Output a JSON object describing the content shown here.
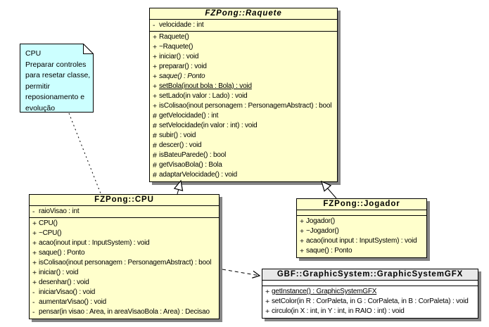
{
  "colors": {
    "class_fill": "#ffffcc",
    "class_border": "#000000",
    "note_fill": "#ccffff",
    "external_fill": "#ffffff",
    "external_header": "#e8e8e8",
    "shadow": "#858585",
    "line": "#000000"
  },
  "note": {
    "text": "CPU\nPreparar controles\npara resetar classe,\npermitir\nreposionamento e\nevolução"
  },
  "classes": {
    "raquete": {
      "title": "FZPong::Raquete",
      "attributes": [
        {
          "vis": "-",
          "sig": "velocidade : int",
          "style": ""
        }
      ],
      "methods": [
        {
          "vis": "+",
          "sig": "Raquete()",
          "style": ""
        },
        {
          "vis": "+",
          "sig": "~Raquete()",
          "style": ""
        },
        {
          "vis": "+",
          "sig": "iniciar() : void",
          "style": ""
        },
        {
          "vis": "+",
          "sig": "preparar() : void",
          "style": ""
        },
        {
          "vis": "+",
          "sig": "saque() : Ponto",
          "style": "italic"
        },
        {
          "vis": "+",
          "sig": "setBola(inout bola : Bola) : void",
          "style": "underline"
        },
        {
          "vis": "+",
          "sig": "setLado(in valor : Lado) : void",
          "style": ""
        },
        {
          "vis": "+",
          "sig": "isColisao(inout personagem : PersonagemAbstract) : bool",
          "style": ""
        },
        {
          "vis": "#",
          "sig": "getVelocidade() : int",
          "style": ""
        },
        {
          "vis": "#",
          "sig": "setVelocidade(in valor : int) : void",
          "style": ""
        },
        {
          "vis": "#",
          "sig": "subir() : void",
          "style": ""
        },
        {
          "vis": "#",
          "sig": "descer() : void",
          "style": ""
        },
        {
          "vis": "#",
          "sig": "isBateuParede() : bool",
          "style": ""
        },
        {
          "vis": "#",
          "sig": "getVisaoBola() : Bola",
          "style": ""
        },
        {
          "vis": "#",
          "sig": "adaptarVelocidade() : void",
          "style": ""
        }
      ]
    },
    "cpu": {
      "title": "FZPong::CPU",
      "attributes": [
        {
          "vis": "-",
          "sig": "raioVisao : int",
          "style": ""
        }
      ],
      "methods": [
        {
          "vis": "+",
          "sig": "CPU()",
          "style": ""
        },
        {
          "vis": "+",
          "sig": "~CPU()",
          "style": ""
        },
        {
          "vis": "+",
          "sig": "acao(inout input : InputSystem) : void",
          "style": ""
        },
        {
          "vis": "+",
          "sig": "saque() : Ponto",
          "style": ""
        },
        {
          "vis": "+",
          "sig": "isColisao(inout personagem : PersonagemAbstract) : bool",
          "style": ""
        },
        {
          "vis": "+",
          "sig": "iniciar() : void",
          "style": ""
        },
        {
          "vis": "+",
          "sig": "desenhar() : void",
          "style": ""
        },
        {
          "vis": "-",
          "sig": "iniciarVisao() : void",
          "style": ""
        },
        {
          "vis": "-",
          "sig": "aumentarVisao() : void",
          "style": ""
        },
        {
          "vis": "-",
          "sig": "pensar(in visao : Area, in areaVisaoBola : Area) : Decisao",
          "style": ""
        }
      ]
    },
    "jogador": {
      "title": "FZPong::Jogador",
      "attributes": [],
      "methods": [
        {
          "vis": "+",
          "sig": "Jogador()",
          "style": ""
        },
        {
          "vis": "+",
          "sig": "~Jogador()",
          "style": ""
        },
        {
          "vis": "+",
          "sig": "acao(inout input : InputSystem) : void",
          "style": ""
        },
        {
          "vis": "+",
          "sig": "saque() : Ponto",
          "style": ""
        }
      ]
    },
    "gbf": {
      "title": "GBF::GraphicSystem::GraphicSystemGFX",
      "attributes": [],
      "methods": [
        {
          "vis": "+",
          "sig": "getInstance() : GraphicSystemGFX",
          "style": "underline"
        },
        {
          "vis": "+",
          "sig": "setColor(in R : CorPaleta, in G : CorPaleta, in B : CorPaleta) : void",
          "style": ""
        },
        {
          "vis": "+",
          "sig": "circulo(in X : int, in Y : int, in RAIO : int) : void",
          "style": ""
        }
      ]
    }
  },
  "relations": [
    {
      "type": "generalization",
      "from": "FZPong::CPU",
      "to": "FZPong::Raquete"
    },
    {
      "type": "generalization",
      "from": "FZPong::Jogador",
      "to": "FZPong::Raquete"
    },
    {
      "type": "dependency",
      "from": "FZPong::CPU",
      "to": "GBF::GraphicSystem::GraphicSystemGFX"
    },
    {
      "type": "note-anchor",
      "from": "note",
      "to": "FZPong::CPU"
    }
  ]
}
